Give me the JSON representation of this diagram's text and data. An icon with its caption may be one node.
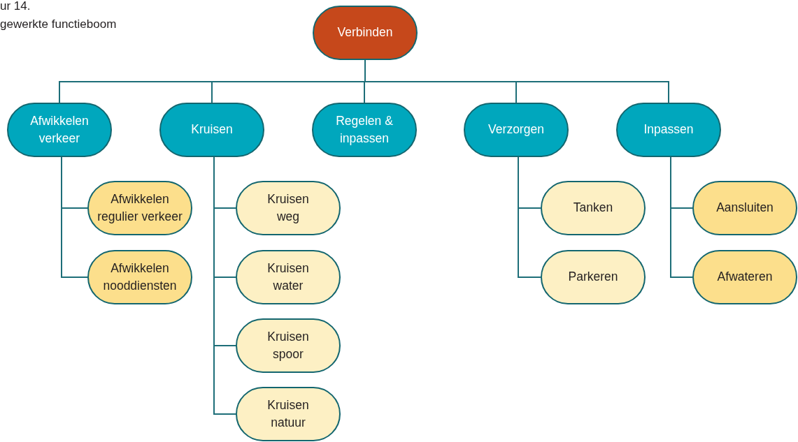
{
  "diagram": {
    "nodes": [
      {
        "text": [
          "Verbinden"
        ]
      },
      {
        "text": [
          "Afwikkelen verkeer"
        ]
      },
      {
        "text": [
          "Kruisen"
        ]
      },
      {
        "text": [
          "Regelen & inpassen"
        ]
      },
      {
        "text": [
          "Verzorgen"
        ]
      },
      {
        "text": [
          "Inpassen"
        ]
      },
      {
        "text": [
          "Afwikkelen regulier verkeer"
        ]
      },
      {
        "text": [
          "Afwikkelen nooddiensten"
        ]
      },
      {
        "text": [
          "Kruisen weg"
        ]
      },
      {
        "text": [
          "Kruisen water"
        ]
      },
      {
        "text": [
          "Kruisen spoor"
        ]
      },
      {
        "text": [
          "Kruisen natuur"
        ]
      },
      {
        "text": [
          "Tanken"
        ]
      },
      {
        "text": [
          "Parkeren"
        ]
      },
      {
        "text": [
          "Aansluiten"
        ]
      },
      {
        "text": [
          "Afwateren"
        ]
      }
    ],
    "edges": [
      {
        "from": 0,
        "to": 1,
        "arrow": "none"
      },
      {
        "from": 0,
        "to": 2,
        "arrow": "none"
      },
      {
        "from": 0,
        "to": 3,
        "arrow": "none"
      },
      {
        "from": 0,
        "to": 4,
        "arrow": "none"
      },
      {
        "from": 0,
        "to": 5,
        "arrow": "none"
      },
      {
        "from": 1,
        "to": 6,
        "arrow": "none"
      },
      {
        "from": 1,
        "to": 7,
        "arrow": "none"
      },
      {
        "from": 2,
        "to": 8,
        "arrow": "none"
      },
      {
        "from": 2,
        "to": 9,
        "arrow": "none"
      },
      {
        "from": 2,
        "to": 10,
        "arrow": "none"
      },
      {
        "from": 2,
        "to": 11,
        "arrow": "none"
      },
      {
        "from": 4,
        "to": 12,
        "arrow": "none"
      },
      {
        "from": 4,
        "to": 13,
        "arrow": "none"
      },
      {
        "from": 5,
        "to": 14,
        "arrow": "none"
      },
      {
        "from": 5,
        "to": 15,
        "arrow": "none"
      }
    ],
    "labels": [
      "ur 14.",
      "gewerkte functieboom"
    ]
  }
}
